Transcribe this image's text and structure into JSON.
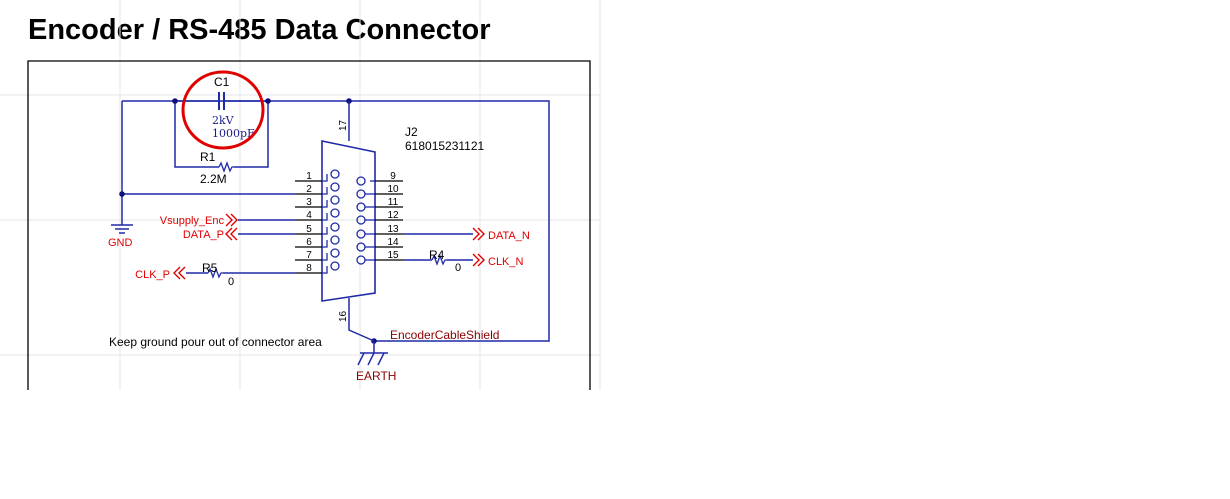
{
  "title": "Encoder / RS-485 Data Connector",
  "colors": {
    "wire": "#1f2aa8",
    "net_label": "#e00000",
    "highlight_circle": "#e00000",
    "shield_label": "#8b0000"
  },
  "capacitor": {
    "ref": "C1",
    "voltage": "2kV",
    "value": "1000pF"
  },
  "resistor_r1": {
    "ref": "R1",
    "value": "2.2M"
  },
  "resistor_r4": {
    "ref": "R4",
    "value": "0"
  },
  "resistor_r5": {
    "ref": "R5",
    "value": "0"
  },
  "connector": {
    "ref": "J2",
    "part": "618015231121",
    "left_pins": [
      "1",
      "2",
      "3",
      "4",
      "5",
      "6",
      "7",
      "8"
    ],
    "right_pins": [
      "9",
      "10",
      "11",
      "12",
      "13",
      "14",
      "15"
    ],
    "pin_17": "17",
    "pin_16": "16"
  },
  "nets": {
    "gnd": "GND",
    "earth": "EARTH",
    "vsupply": "Vsupply_Enc",
    "data_p": "DATA_P",
    "data_n": "DATA_N",
    "clk_p": "CLK_P",
    "clk_n": "CLK_N",
    "shield": "EncoderCableShield"
  },
  "note": "Keep ground pour out of connector area"
}
